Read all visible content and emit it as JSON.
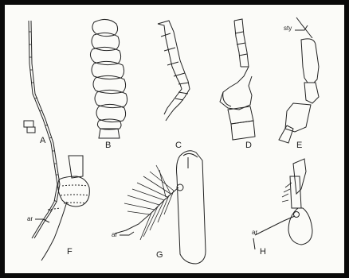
{
  "labels": {
    "a": "A",
    "b": "B",
    "c": "C",
    "d": "D",
    "e": "E",
    "f": "F",
    "g": "G",
    "h": "H"
  },
  "annotations": {
    "sty": "sty",
    "ar_f": "ar",
    "ar_g": "ar",
    "ar_h": "ar"
  }
}
